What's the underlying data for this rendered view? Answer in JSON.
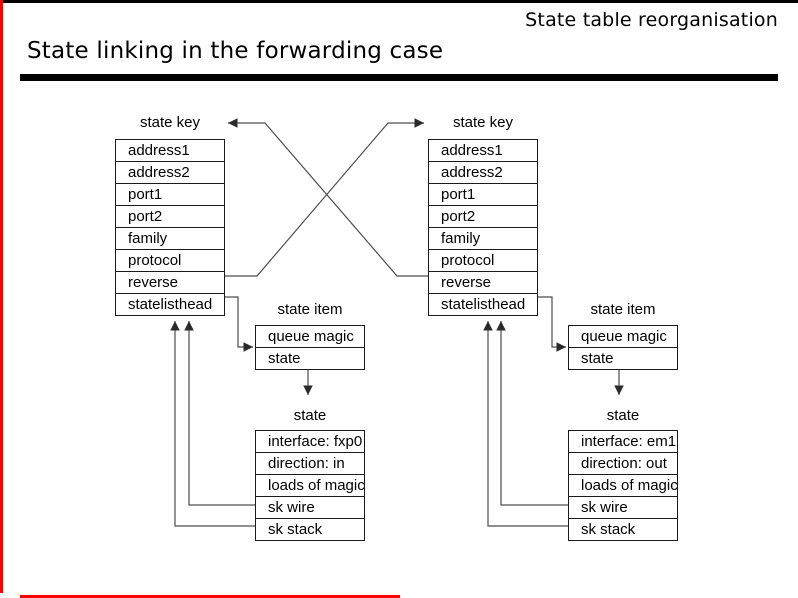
{
  "page": {
    "header_right": "State table reorganisation",
    "title": "State linking in the forwarding case"
  },
  "colors": {
    "frame_accent": "#ff0000",
    "rule": "#000000",
    "wire": "#4d4d4d",
    "box_border": "#1a1a1a"
  },
  "diagram": {
    "left_key": {
      "label": "state key",
      "rows": [
        "address1",
        "address2",
        "port1",
        "port2",
        "family",
        "protocol",
        "reverse",
        "statelisthead"
      ]
    },
    "right_key": {
      "label": "state key",
      "rows": [
        "address1",
        "address2",
        "port1",
        "port2",
        "family",
        "protocol",
        "reverse",
        "statelisthead"
      ]
    },
    "left_item": {
      "label": "state item",
      "rows": [
        "queue magic",
        "state"
      ]
    },
    "right_item": {
      "label": "state item",
      "rows": [
        "queue magic",
        "state"
      ]
    },
    "left_state": {
      "label": "state",
      "rows": [
        "interface: fxp0",
        "direction: in",
        "loads of magic",
        "sk wire",
        "sk stack"
      ]
    },
    "right_state": {
      "label": "state",
      "rows": [
        "interface: em1",
        "direction: out",
        "loads of magic",
        "sk wire",
        "sk stack"
      ]
    }
  }
}
